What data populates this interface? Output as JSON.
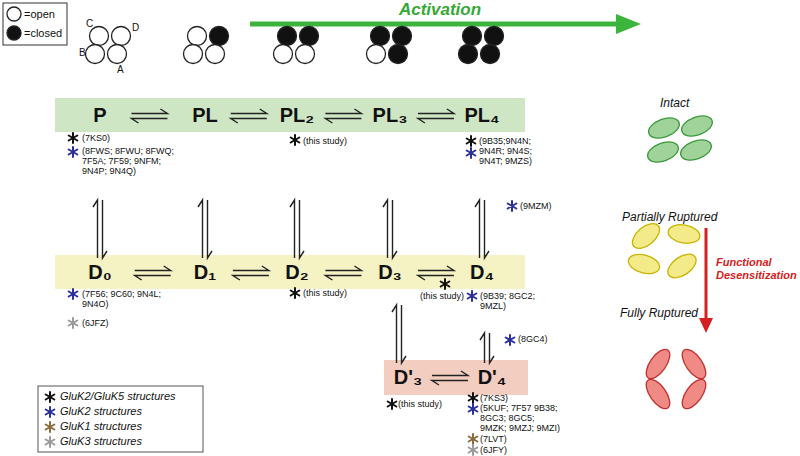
{
  "diagram": {
    "nodes": [
      {
        "text": [
          "P"
        ]
      },
      {
        "text": [
          "PL"
        ]
      },
      {
        "text": [
          "PL₂"
        ]
      },
      {
        "text": [
          "PL₃"
        ]
      },
      {
        "text": [
          "PL₄"
        ]
      },
      {
        "text": [
          "D₀"
        ]
      },
      {
        "text": [
          "D₁"
        ]
      },
      {
        "text": [
          "D₂"
        ]
      },
      {
        "text": [
          "D₃"
        ]
      },
      {
        "text": [
          "D₄"
        ]
      },
      {
        "text": [
          "D'₃"
        ]
      },
      {
        "text": [
          "D'₄"
        ]
      }
    ],
    "edges": [
      {
        "from": 0,
        "to": 1,
        "arrow": "both"
      },
      {
        "from": 1,
        "to": 2,
        "arrow": "both"
      },
      {
        "from": 2,
        "to": 3,
        "arrow": "both"
      },
      {
        "from": 3,
        "to": 4,
        "arrow": "both"
      },
      {
        "from": 5,
        "to": 6,
        "arrow": "both"
      },
      {
        "from": 6,
        "to": 7,
        "arrow": "both"
      },
      {
        "from": 7,
        "to": 8,
        "arrow": "both"
      },
      {
        "from": 8,
        "to": 9,
        "arrow": "both"
      },
      {
        "from": 10,
        "to": 11,
        "arrow": "both"
      },
      {
        "from": 0,
        "to": 5,
        "arrow": "both"
      },
      {
        "from": 1,
        "to": 6,
        "arrow": "both"
      },
      {
        "from": 2,
        "to": 7,
        "arrow": "both"
      },
      {
        "from": 3,
        "to": 8,
        "arrow": "both"
      },
      {
        "from": 4,
        "to": 9,
        "arrow": "both"
      },
      {
        "from": 8,
        "to": 10,
        "arrow": "both"
      },
      {
        "from": 9,
        "to": 11,
        "arrow": "both"
      }
    ],
    "labels": [
      "C",
      "D",
      "B",
      "A",
      "Activation",
      "(7KS0)",
      "(8FWS; 8FWU; 8FWQ; 7F5A; 7F59; 9NFM; 9N4P; 9N4Q)",
      "(this study)",
      "(9B35;9N4N; 9N4R; 9N4S; 9N4T; 9MZS)",
      "(9MZM)",
      "(7F56; 9C60; 9N4L; 9N4O)",
      "(6JFZ)",
      "(this study)",
      "(this study)",
      "(9B39; 8GC2; 9MZL)",
      "(8GC4)",
      "(this study)",
      "(7KS3)",
      "(5KUF; 7F57 9B38; 8GC3; 8GC5; 9MZK; 9MZJ; 9MZI)",
      "(7LVT)",
      "(6JFY)",
      "Intact",
      "Partially Ruptured",
      "Fully Ruptured",
      "Functional Desensitization"
    ],
    "legend": [
      {
        "text": "=open"
      },
      {
        "text": "=closed"
      },
      {
        "text": "GluK2/GluK5 structures",
        "color": "#111111"
      },
      {
        "text": "GluK2 structures",
        "color": "#2b2f9e"
      },
      {
        "text": "GluK1 structures",
        "color": "#8c6b3e"
      },
      {
        "text": "GluK3 structures",
        "color": "#9a9a9a"
      }
    ]
  }
}
